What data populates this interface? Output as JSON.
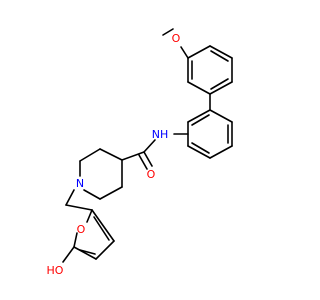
{
  "molecule": {
    "atoms": {
      "methoxy_o": {
        "label": "O",
        "color": "#ff0000"
      },
      "amide_nh": {
        "label": "N",
        "suffix": "H",
        "color": "#0000ff"
      },
      "amide_o": {
        "label": "O",
        "color": "#ff0000"
      },
      "piperidine_n": {
        "label": "N",
        "color": "#0000ff"
      },
      "furan_o": {
        "label": "O",
        "color": "#ff0000"
      },
      "hydroxyl": {
        "label": "HO",
        "color": "#ff0000"
      }
    },
    "bond_color": "#000000"
  }
}
